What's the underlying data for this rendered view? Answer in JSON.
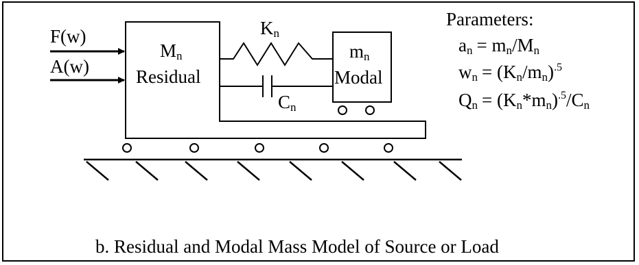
{
  "inputs": {
    "force": "F(w)",
    "acceleration": "A(w)"
  },
  "residual_mass": {
    "symbol": "M",
    "subscript": "n",
    "label": "Residual"
  },
  "modal_mass": {
    "symbol": "m",
    "subscript": "n",
    "label": "Modal"
  },
  "spring": {
    "symbol": "K",
    "subscript": "n"
  },
  "damper": {
    "symbol": "C",
    "subscript": "n"
  },
  "parameters": {
    "title": "Parameters:",
    "a": {
      "lhs": "a",
      "sub": "n",
      "rhs": "= m",
      "sub2": "n",
      "rhs2": "/M",
      "sub3": "n"
    },
    "w": {
      "lhs": "w",
      "sub": "n",
      "rhs": "= (K",
      "sub2": "n",
      "rhs2": "/m",
      "sub3": "n",
      "rhs3": ")",
      "sup": ".5"
    },
    "q": {
      "lhs": "Q",
      "sub": "n",
      "rhs": "= (K",
      "sub2": "n",
      "rhs2": "*m",
      "sub3": "n",
      "rhs3": ")",
      "sup": ".5",
      "rhs4": "/C",
      "sub4": "n"
    }
  },
  "caption": "b.  Residual and Modal Mass Model of Source or Load"
}
